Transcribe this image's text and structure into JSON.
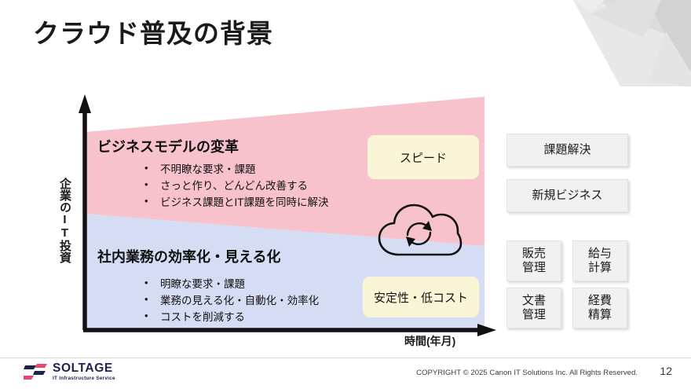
{
  "slide": {
    "title": "クラウド普及の背景",
    "page_number": "12"
  },
  "chart": {
    "y_axis_label": "企業のIT投資",
    "x_axis_label": "時間(年月)",
    "upper_band": {
      "title": "ビジネスモデルの変革",
      "color": "#f8c2cc",
      "bullets": [
        "不明瞭な要求・課題",
        "さっと作り、どんどん改善する",
        "ビジネス課題とIT課題を同時に解決"
      ],
      "callout": "スピード"
    },
    "lower_band": {
      "title": "社内業務の効率化・見える化",
      "color": "#d4ddf4",
      "bullets": [
        "明瞭な要求・課題",
        "業務の見える化・自動化・効率化",
        "コストを削減する"
      ],
      "callout": "安定性・低コスト"
    },
    "center_icon": "cloud-sync-icon",
    "callout_color": "#fbf5d7"
  },
  "chart_data": {
    "type": "area",
    "title": "クラウド普及の背景",
    "xlabel": "時間(年月)",
    "ylabel": "企業のIT投資",
    "legend_position": "none",
    "grid": false,
    "x": [
      0,
      1
    ],
    "series": [
      {
        "name": "社内業務の効率化・見える化",
        "color": "#d4ddf4",
        "values": [
          0.65,
          0.37
        ],
        "note": "下層バンド：左で広く、右に向かって縮小"
      },
      {
        "name": "ビジネスモデルの変革",
        "color": "#f8c2cc",
        "values": [
          0.35,
          0.63
        ],
        "note": "上層バンド：左で狭く、右に向かって拡大"
      }
    ],
    "annotations": [
      "スピード",
      "安定性・低コスト"
    ]
  },
  "side_cards": {
    "upper": [
      {
        "label": "課題解決"
      },
      {
        "label": "新規ビジネス"
      }
    ],
    "lower": [
      {
        "label": "販売\n管理"
      },
      {
        "label": "給与\n計算"
      },
      {
        "label": "文書\n管理"
      },
      {
        "label": "経費\n精算"
      }
    ]
  },
  "footer": {
    "logo_name": "SOLTAGE",
    "logo_tagline": "IT Infrastructure Service",
    "copyright": "COPYRIGHT © 2025 Canon IT Solutions Inc. All Rights Reserved."
  }
}
